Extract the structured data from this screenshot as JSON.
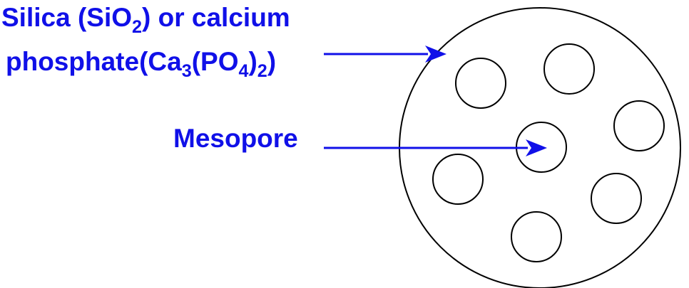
{
  "colors": {
    "label_text": "#1010e8",
    "arrow": "#1010e8",
    "outline": "#000000",
    "background": "#ffffff"
  },
  "labels": {
    "material": {
      "line1": {
        "before": "Silica (SiO",
        "sub": "2",
        "after": ") or calcium"
      },
      "line2": {
        "before": "phosphate",
        "mid1": "(Ca",
        "sub1": "3",
        "mid2": "(PO",
        "sub2": "4",
        "mid3": ")",
        "sub3": "2",
        "after": ")"
      }
    },
    "pore": "Mesopore"
  },
  "icons": {
    "particle": "sphere-outline-icon",
    "pore": "circle-outline-icon",
    "arrow": "arrow-right-icon"
  },
  "diagram": {
    "pore_count": 7
  }
}
